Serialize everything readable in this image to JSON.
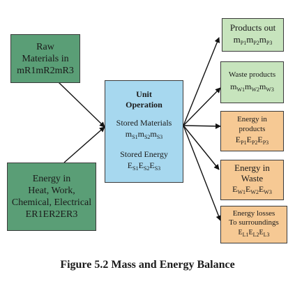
{
  "raw_materials": {
    "line1": "Raw",
    "line2": "Materials in",
    "line3": "mR1mR2mR3"
  },
  "energy_in": {
    "line1": "Energy in",
    "line2": "Heat, Work,",
    "line3": "Chemical, Electrical",
    "line4": "ER1ER2ER3"
  },
  "unit_operation": {
    "title1": "Unit",
    "title2": "Operation",
    "stored_materials_label": "Stored Materials",
    "stored_materials_symbols": [
      {
        "base": "m",
        "sub": "S1"
      },
      {
        "base": "m",
        "sub": "S2"
      },
      {
        "base": "m",
        "sub": "S3"
      }
    ],
    "stored_energy_label": "Stored Energy",
    "stored_energy_symbols": [
      {
        "base": "E",
        "sub": "S1"
      },
      {
        "base": "E",
        "sub": "S2"
      },
      {
        "base": "E",
        "sub": "S3"
      }
    ]
  },
  "outputs": {
    "products_out": {
      "label": "Products out",
      "symbols": [
        {
          "base": "m",
          "sub": "P1"
        },
        {
          "base": "m",
          "sub": "P2"
        },
        {
          "base": "m",
          "sub": "P3"
        }
      ]
    },
    "waste_products": {
      "label": "Waste products",
      "symbols": [
        {
          "base": "m",
          "sub": "W1"
        },
        {
          "base": "m",
          "sub": "W2"
        },
        {
          "base": "m",
          "sub": "W3"
        }
      ]
    },
    "energy_in_products": {
      "line1": "Energy in",
      "line2": "products",
      "symbols": [
        {
          "base": "E",
          "sub": "P1"
        },
        {
          "base": "E",
          "sub": "P2"
        },
        {
          "base": "E",
          "sub": "P3"
        }
      ]
    },
    "energy_in_waste": {
      "line1": "Energy in",
      "line2": "Waste",
      "symbols": [
        {
          "base": "E",
          "sub": "W1"
        },
        {
          "base": "E",
          "sub": "W2"
        },
        {
          "base": "E",
          "sub": "W3"
        }
      ]
    },
    "energy_losses": {
      "line1": "Energy losses",
      "line2": "To surroundings",
      "symbols": [
        {
          "base": "E",
          "sub": "L1"
        },
        {
          "base": "E",
          "sub": "L2"
        },
        {
          "base": "E",
          "sub": "L3"
        }
      ]
    }
  },
  "caption": "Figure 5.2 Mass and Energy Balance"
}
